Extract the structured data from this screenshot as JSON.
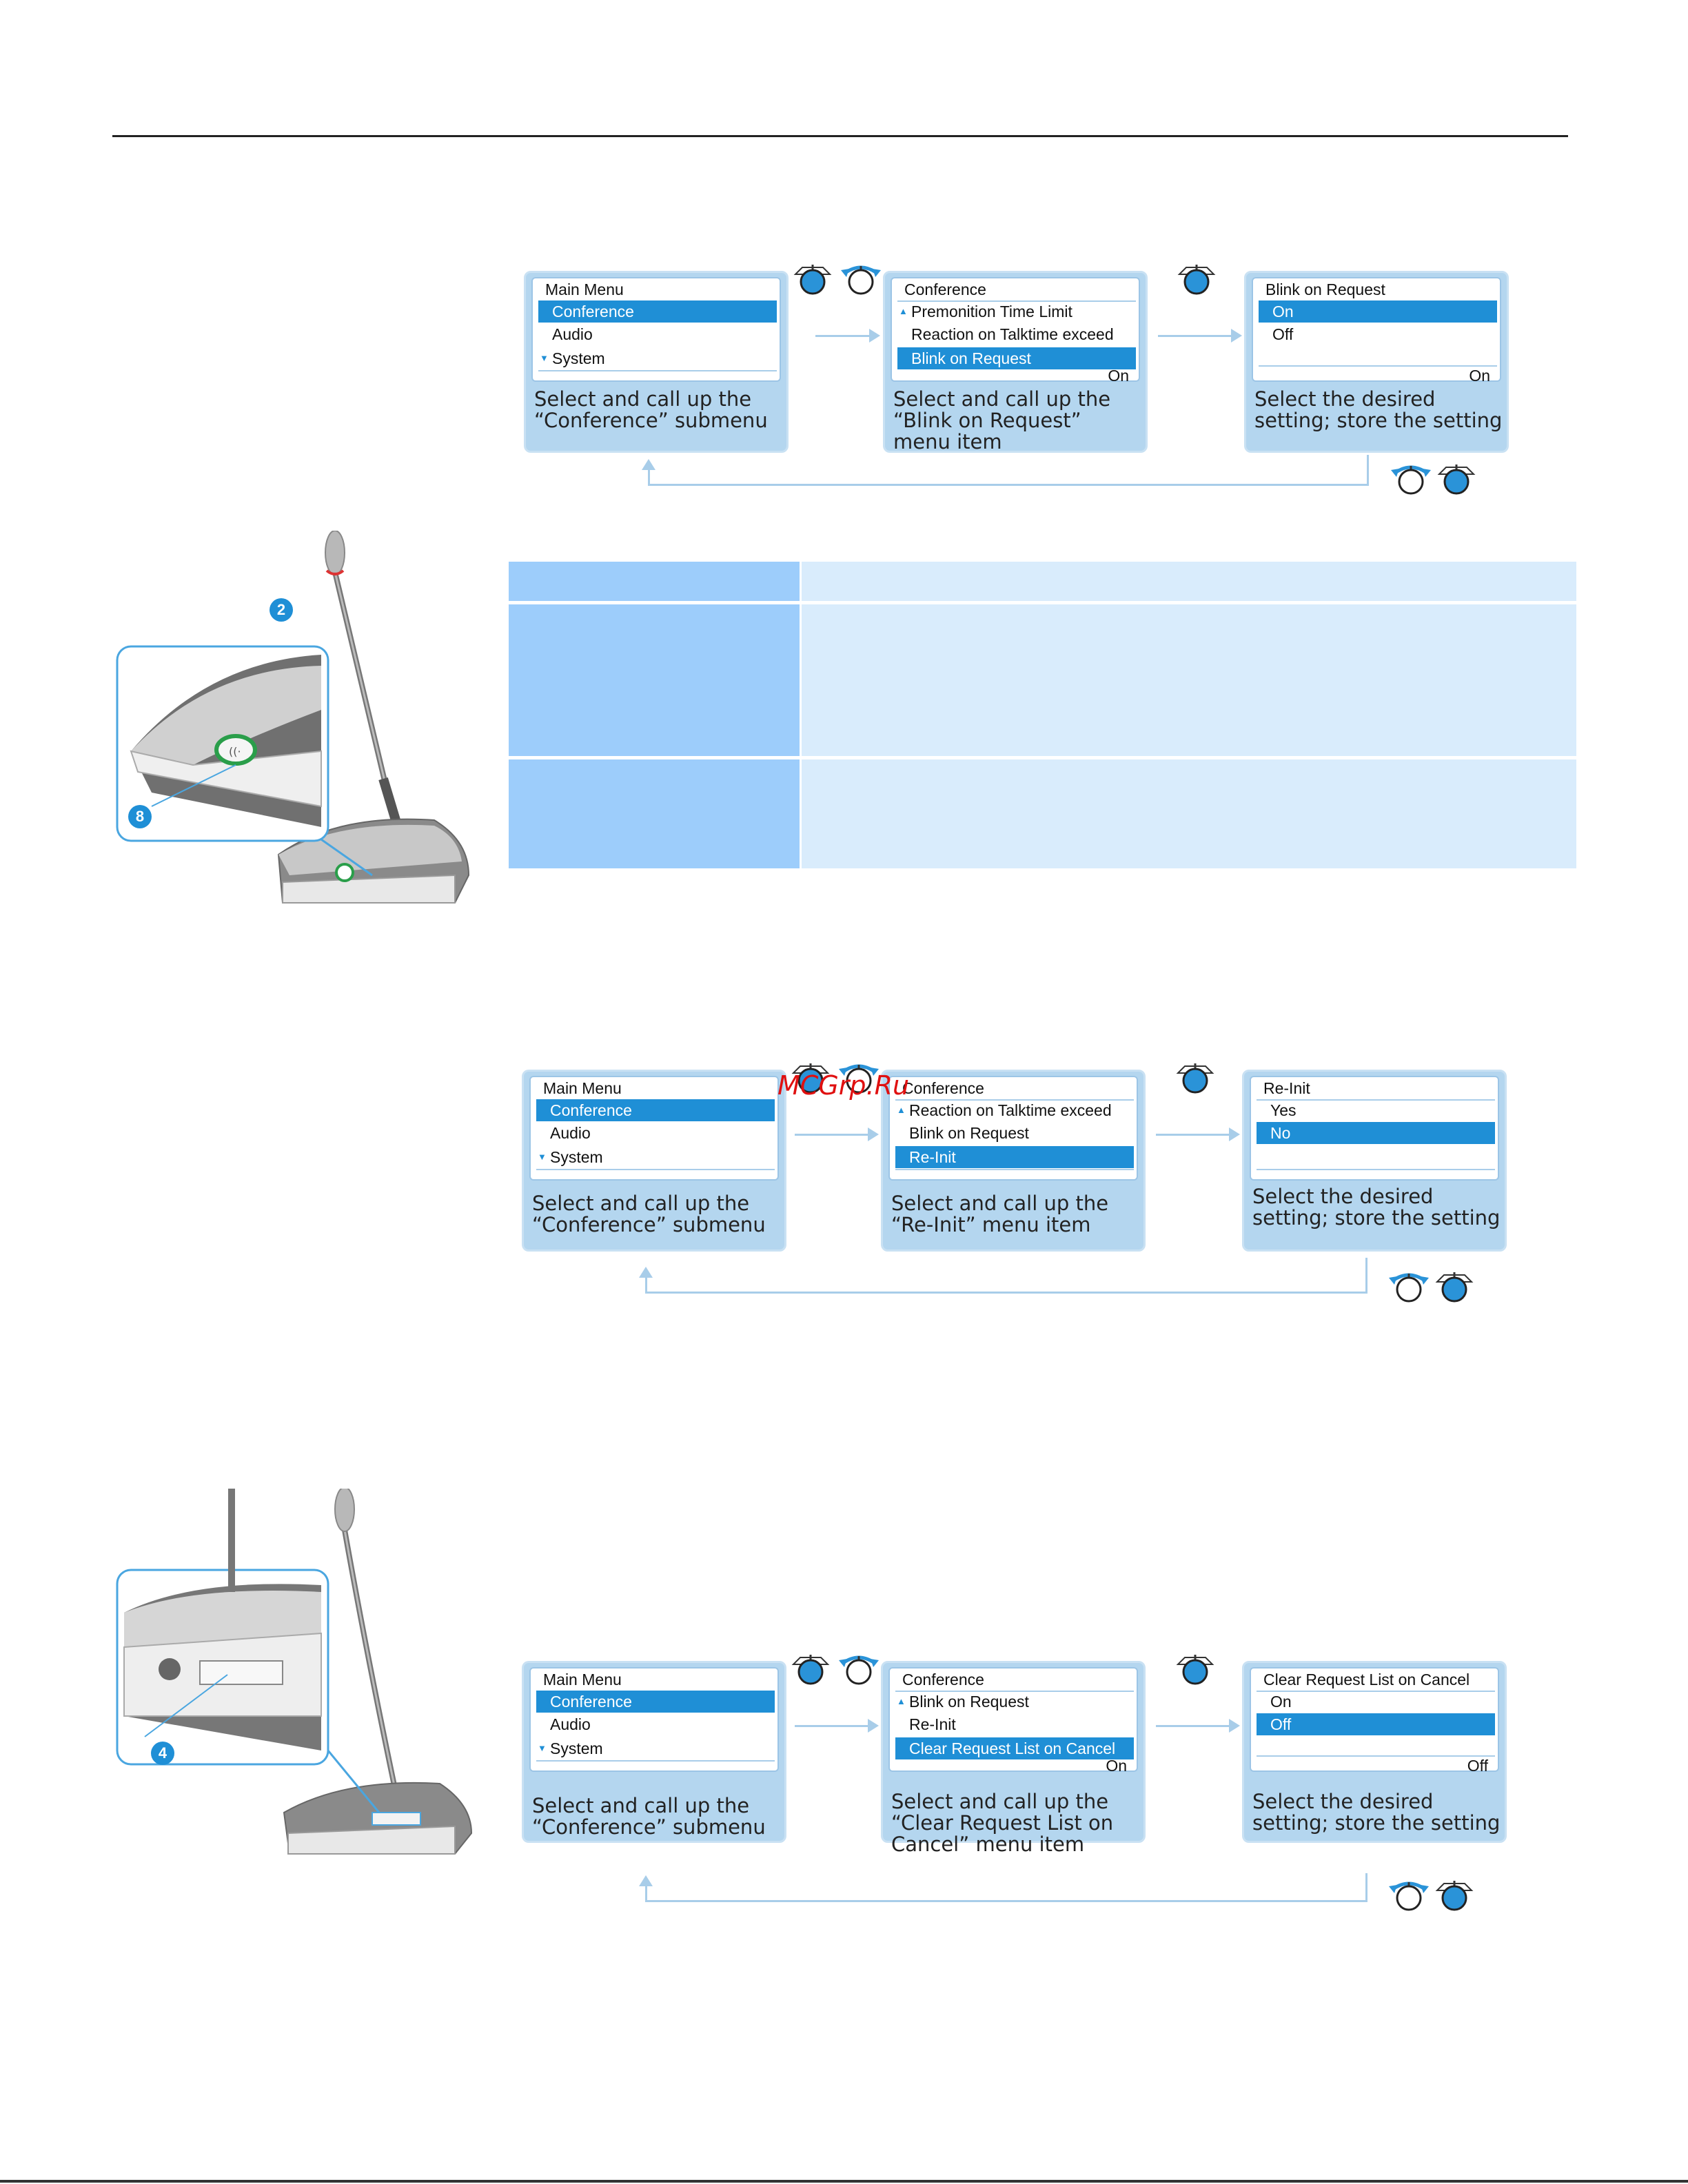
{
  "watermark": "MCGrp.Ru",
  "section1": {
    "panel1": {
      "title": "Main Menu",
      "items": [
        "Conference",
        "Audio",
        "System"
      ],
      "caption": "Select and call up the “Conference” submenu"
    },
    "panel2": {
      "title": "Conference",
      "items": [
        "Premonition Time Limit",
        "Reaction on Talktime exceed",
        "Blink on Request"
      ],
      "value": "On",
      "caption": "Select and call up the “Blink on Request” menu item"
    },
    "panel3": {
      "title": "Blink on Request",
      "items": [
        "On",
        "Off"
      ],
      "value": "On",
      "caption": "Select the desired setting; store the setting"
    }
  },
  "section2": {
    "panel1": {
      "title": "Main Menu",
      "items": [
        "Conference",
        "Audio",
        "System"
      ],
      "caption": "Select and call up the “Conference” submenu"
    },
    "panel2": {
      "title": "Conference",
      "items": [
        "Reaction on Talktime exceed",
        "Blink on Request",
        "Re-Init"
      ],
      "caption": "Select and call up the “Re-Init” menu item"
    },
    "panel3": {
      "title": "Re-Init",
      "items": [
        "Yes",
        "No"
      ],
      "caption": "Select the desired setting; store the setting"
    }
  },
  "section3": {
    "panel1": {
      "title": "Main Menu",
      "items": [
        "Conference",
        "Audio",
        "System"
      ],
      "caption": "Select and call up the “Conference” submenu"
    },
    "panel2": {
      "title": "Conference",
      "items": [
        "Blink on Request",
        "Re-Init",
        "Clear Request List on Cancel"
      ],
      "value": "On",
      "caption": "Select and call up the “Clear Request List on Cancel” menu item"
    },
    "panel3": {
      "title": "Clear Request List on Cancel",
      "items": [
        "On",
        "Off"
      ],
      "value": "Off",
      "caption": "Select the desired setting; store the setting"
    }
  },
  "callouts": {
    "mic_tip": "2",
    "button": "8",
    "cancel_key": "4"
  },
  "colors": {
    "accent": "#1f8fd6",
    "panel": "#b4d6ef",
    "table_header": "#9dcdfb",
    "table_body": "#d9ecfc"
  }
}
